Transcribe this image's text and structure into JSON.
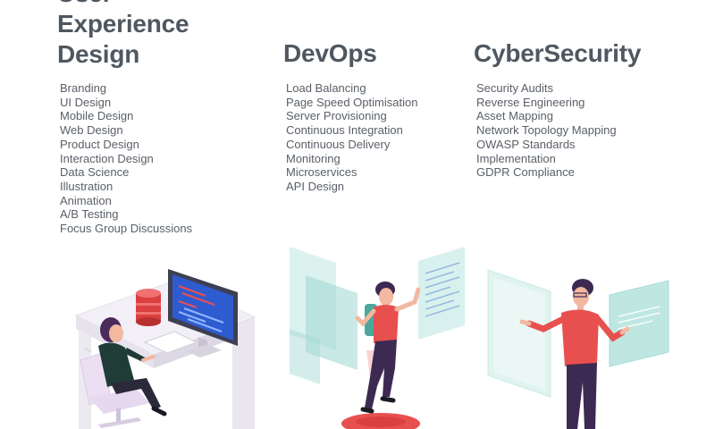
{
  "columns": [
    {
      "title_lines": [
        "User",
        "Experience",
        "Design"
      ],
      "items": [
        "Branding",
        "UI Design",
        "Mobile Design",
        "Web Design",
        "Product Design",
        "Interaction Design",
        "Data Science",
        "Illustration",
        "Animation",
        "A/B Testing",
        "Focus Group Discussions"
      ]
    },
    {
      "title": "DevOps",
      "items": [
        "Load Balancing",
        "Page Speed Optimisation",
        "Server Provisioning",
        "Continuous Integration",
        "Continuous Delivery",
        "Monitoring",
        "Microservices",
        "API Design"
      ]
    },
    {
      "title": "CyberSecurity",
      "items": [
        "Security Audits",
        "Reverse Engineering",
        "Asset Mapping",
        "Network Topology Mapping",
        "OWASP Standards",
        "Implementation",
        "GDPR Compliance"
      ]
    }
  ],
  "colors": {
    "heading": "#4f5860",
    "text": "#5a6068",
    "accent_red": "#e8504f",
    "teal_panel": "#bfe7e2",
    "hair": "#3d2a52"
  },
  "illustrations": [
    "designer-at-desk-illustration",
    "devops-developer-illustration",
    "security-analyst-illustration"
  ]
}
